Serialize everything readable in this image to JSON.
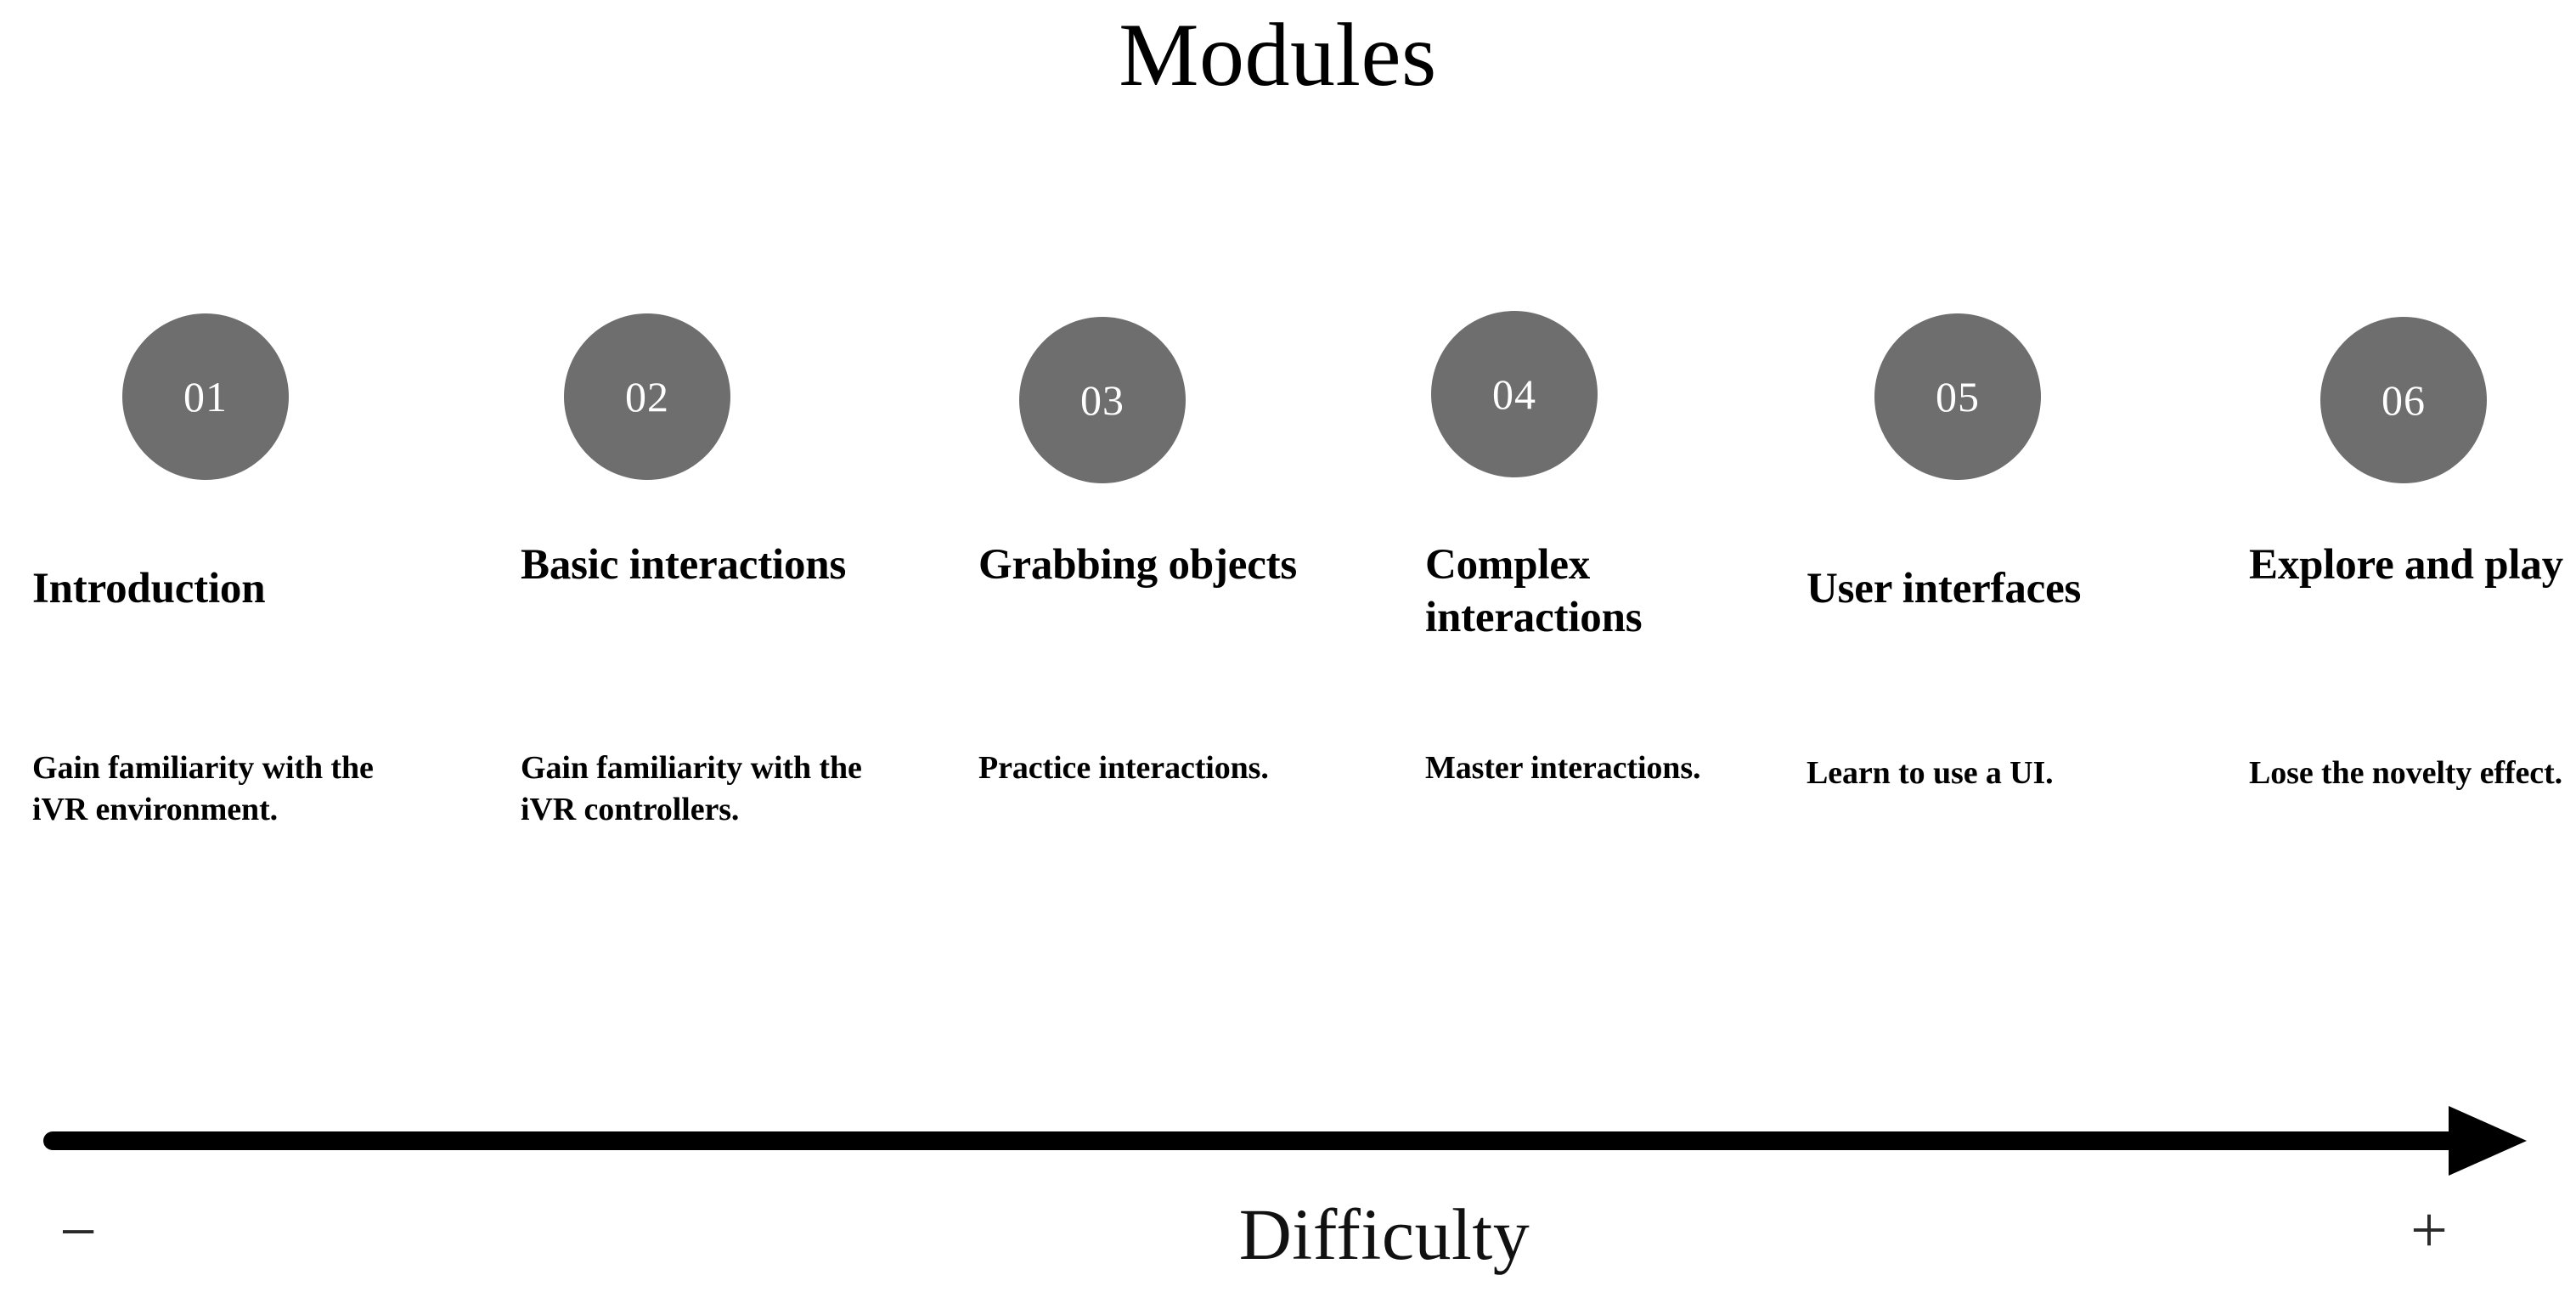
{
  "header": {
    "title": "Modules"
  },
  "modules": [
    {
      "number": "01",
      "title": "Introduction",
      "description": "Gain familiarity with the iVR environment."
    },
    {
      "number": "02",
      "title": "Basic interactions",
      "description": "Gain familiarity with the iVR controllers."
    },
    {
      "number": "03",
      "title": "Grabbing objects",
      "description": "Practice interactions."
    },
    {
      "number": "04",
      "title": "Complex interactions",
      "description": "Master interactions."
    },
    {
      "number": "05",
      "title": "User interfaces",
      "description": "Learn to use a UI."
    },
    {
      "number": "06",
      "title": "Explore and play",
      "description": "Lose the novelty effect."
    }
  ],
  "axis": {
    "label": "Difficulty",
    "low_marker": "−",
    "high_marker": "+",
    "direction": "left-to-right",
    "arrow_color": "#000000"
  },
  "colors": {
    "badge_fill": "#6e6e6e",
    "badge_text": "#ffffff",
    "text": "#000000",
    "background": "#ffffff",
    "axis": "#000000",
    "axis_marker": "#2a2a2a"
  },
  "chart_data": {
    "type": "diagram",
    "title": "Modules",
    "xlabel": "Difficulty",
    "categories": [
      "01",
      "02",
      "03",
      "04",
      "05",
      "06"
    ],
    "labels": [
      "Introduction",
      "Basic interactions",
      "Grabbing objects",
      "Complex interactions",
      "User interfaces",
      "Explore and play"
    ],
    "annotations": [
      "Gain familiarity with the iVR environment.",
      "Gain familiarity with the iVR controllers.",
      "Practice interactions.",
      "Master interactions.",
      "Learn to use a UI.",
      "Lose the novelty effect."
    ],
    "axis_range_labels": [
      "−",
      "+"
    ],
    "legend": [],
    "grid": false
  }
}
